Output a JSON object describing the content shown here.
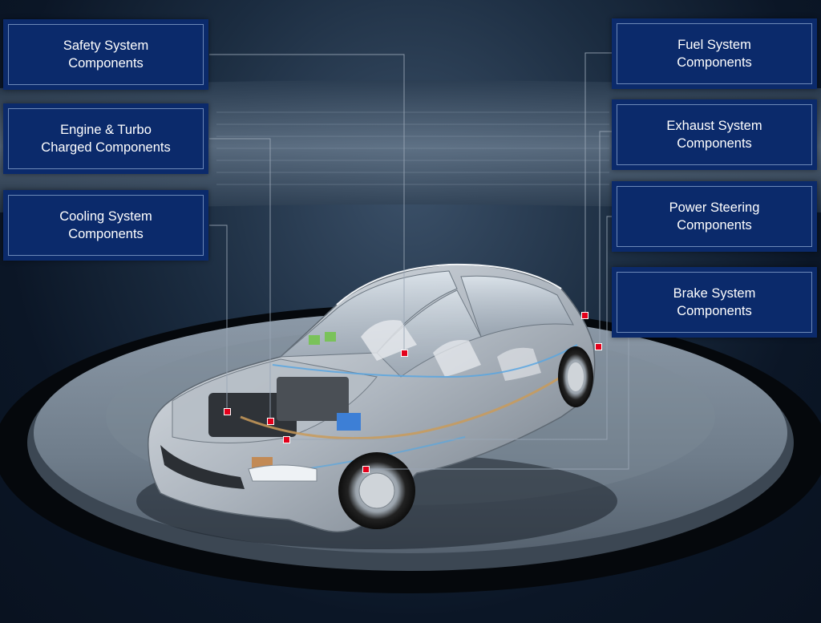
{
  "labels": {
    "safety": "Safety System\nComponents",
    "engine": "Engine & Turbo\nCharged Components",
    "cooling": "Cooling System\nComponents",
    "fuel": "Fuel System\nComponents",
    "exhaust": "Exhaust System\nComponents",
    "steering": "Power Steering\nComponents",
    "brake": "Brake System\nComponents"
  },
  "colors": {
    "box": "#0b2a6b",
    "box_border": "#6d89b8",
    "hotspot": "#e3001b",
    "leader": "#9aa7b6"
  }
}
